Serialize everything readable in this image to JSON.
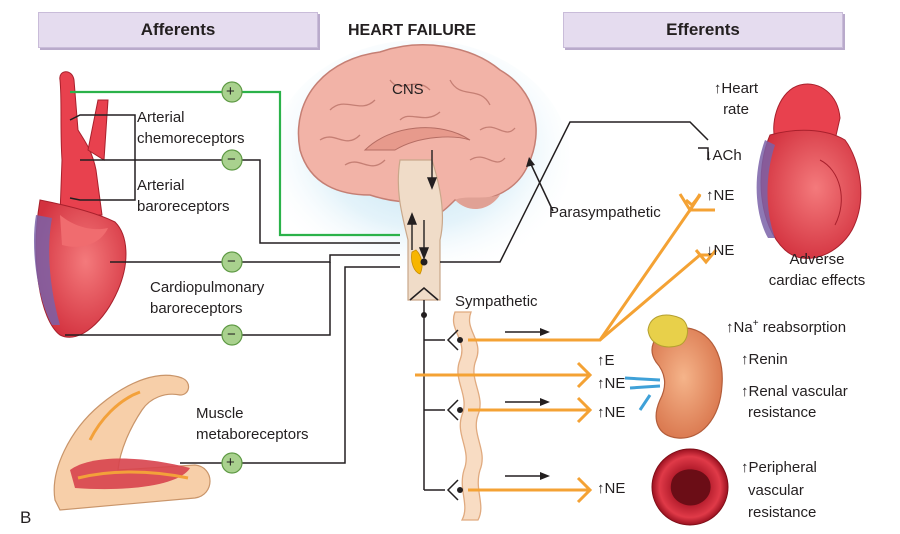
{
  "header": {
    "title": "HEART FAILURE",
    "afferents": "Afferents",
    "efferents": "Efferents",
    "panel_letter": "B"
  },
  "labels": {
    "cns": "CNS",
    "chemo_1": "Arterial",
    "chemo_2": "chemoreceptors",
    "baro_1": "Arterial",
    "baro_2": "baroreceptors",
    "cardio_1": "Cardiopulmonary",
    "cardio_2": "baroreceptors",
    "muscle_1": "Muscle",
    "muscle_2": "metaboreceptors",
    "parasympathetic": "Parasympathetic",
    "sympathetic": "Sympathetic",
    "heart_rate_1": "↑Heart",
    "heart_rate_2": "rate",
    "ach": "↓ACh",
    "ne_up": "↑NE",
    "ne_down": "↓NE",
    "adverse_1": "Adverse",
    "adverse_2": "cardiac effects",
    "na_prefix": "↑Na",
    "na_sup": "+",
    "na_suffix": " reabsorption",
    "renin": "↑Renin",
    "renal_1": "↑Renal vascular",
    "renal_2": "resistance",
    "e_up": "↑E",
    "ne_kidney": "↑NE",
    "ne_kidney_2": "↑NE",
    "ne_vessel": "↑NE",
    "periph_1": "↑Peripheral",
    "periph_2": "vascular",
    "periph_3": "resistance",
    "sign_plus_1": "+",
    "sign_minus_1": "−",
    "sign_minus_2": "−",
    "sign_minus_3": "−",
    "sign_plus_2": "+"
  },
  "colors": {
    "header_bg": "#e5dcef",
    "excitatory": "#2bb24a",
    "sympathetic": "#f4a234",
    "nerve": "#231f20",
    "sign_fill": "#a9d18e",
    "heart": "#e8414e",
    "brain": "#f2b3a7"
  }
}
